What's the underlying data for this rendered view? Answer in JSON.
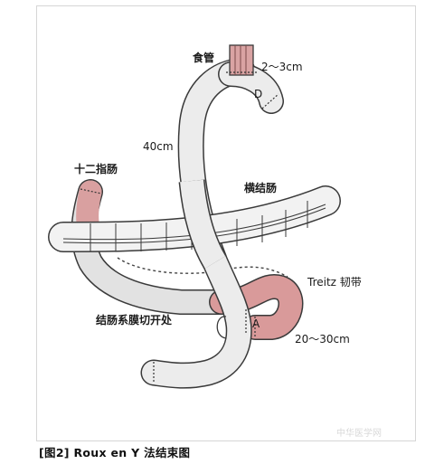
{
  "labels": {
    "esophagus": "食管",
    "esophagus_stump": "2～3cm",
    "anastomosis_d": "D",
    "limb_length": "40cm",
    "duodenum": "十二指肠",
    "transverse_colon": "横结肠",
    "treitz": "Treitz 韧带",
    "mesocolon_opening": "结肠系膜切开处",
    "anastomosis_a": "A",
    "distance_a": "20～30cm"
  },
  "caption": {
    "figure_number": "[图2]",
    "title": "Roux en Y 法结束图"
  },
  "watermark": "中华医学网",
  "colors": {
    "bowel_fill": "#e4e4e4",
    "bowel_outline": "#3a3a3a",
    "pink_segment": "#d99a9a",
    "colon_fill": "#f0f0f0"
  }
}
